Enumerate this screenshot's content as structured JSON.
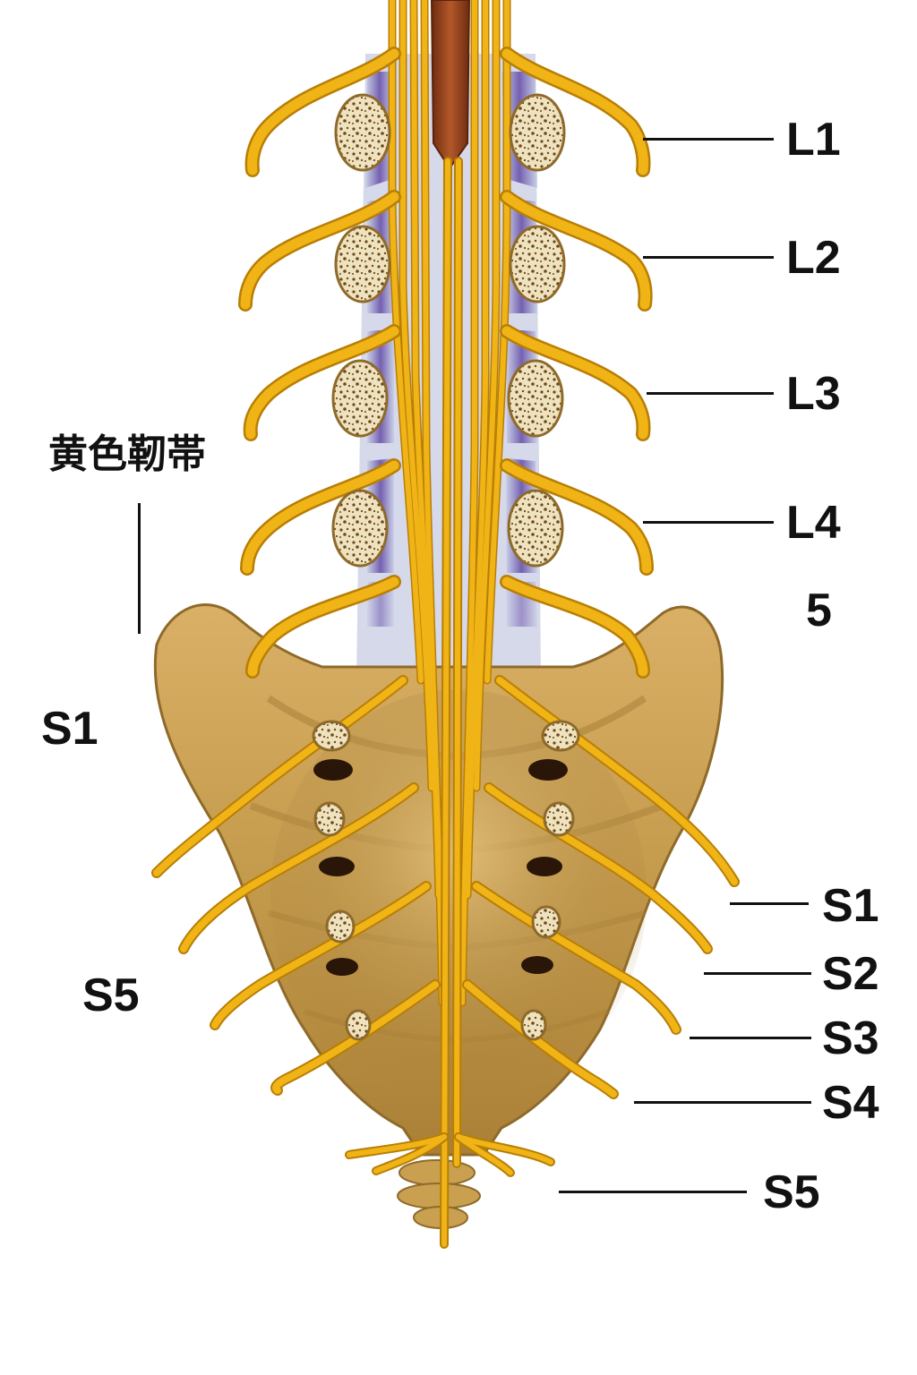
{
  "labels": {
    "right": {
      "l1": "L1",
      "l2": "L2",
      "l3": "L3",
      "l4": "L4",
      "l5": "5",
      "s1": "S1",
      "s2": "S2",
      "s3": "S3",
      "s4": "S4",
      "s5": "S5"
    },
    "left": {
      "ligamentum_flavum": "黄色靭帯",
      "s1": "S1",
      "s5": "S5"
    }
  },
  "colors": {
    "nerve": "#f0b416",
    "nerve_edge": "#b87e05",
    "bone": "#cfa455",
    "bone_dark": "#8e6a2a",
    "disc": "#efe2bf",
    "ligament": "#6b56a8",
    "dura": "#d6d9ea",
    "conus": "#8a3d18"
  }
}
